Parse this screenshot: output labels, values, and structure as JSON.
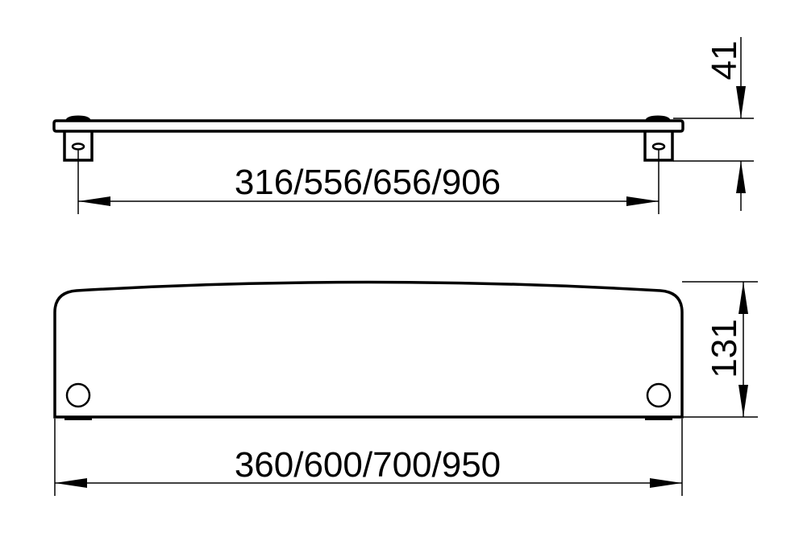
{
  "top_view": {
    "mounting_distance_label": "316/556/656/906",
    "height_label": "41"
  },
  "front_view": {
    "overall_length_label": "360/600/700/950",
    "depth_label": "131"
  },
  "colors": {
    "line": "#000000",
    "background": "#ffffff"
  }
}
